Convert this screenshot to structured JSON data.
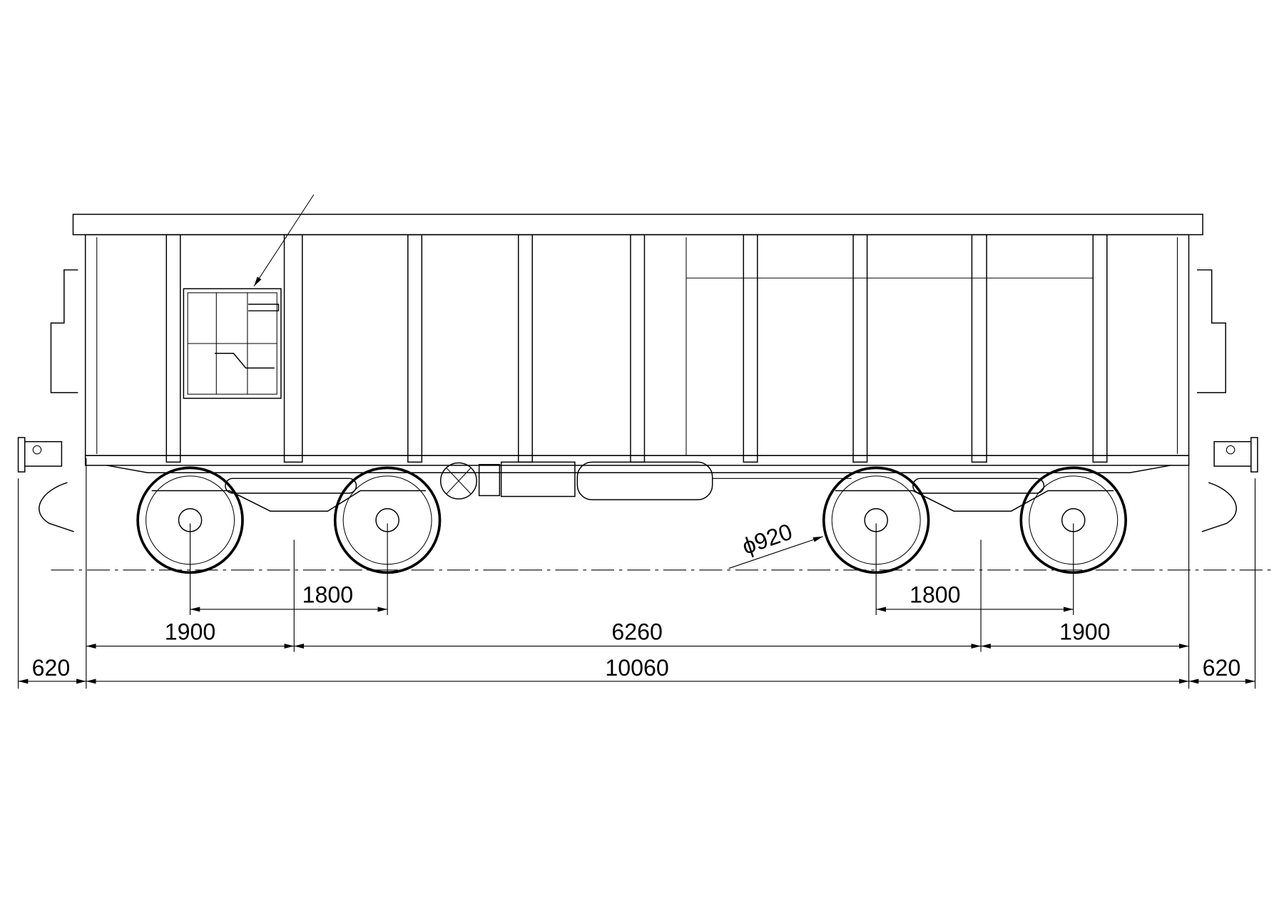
{
  "drawing": {
    "subject": "",
    "line_color": "#000000",
    "background": "#ffffff"
  },
  "dimensions": {
    "bogie_wheelbase_left": "1800",
    "bogie_wheelbase_right": "1800",
    "end_to_bogie_left": "1900",
    "bogie_centers": "6260",
    "end_to_bogie_right": "1900",
    "coupler_left": "620",
    "length_over_ends": "10060",
    "coupler_right": "620",
    "wheel_diameter": "ϕ920"
  }
}
